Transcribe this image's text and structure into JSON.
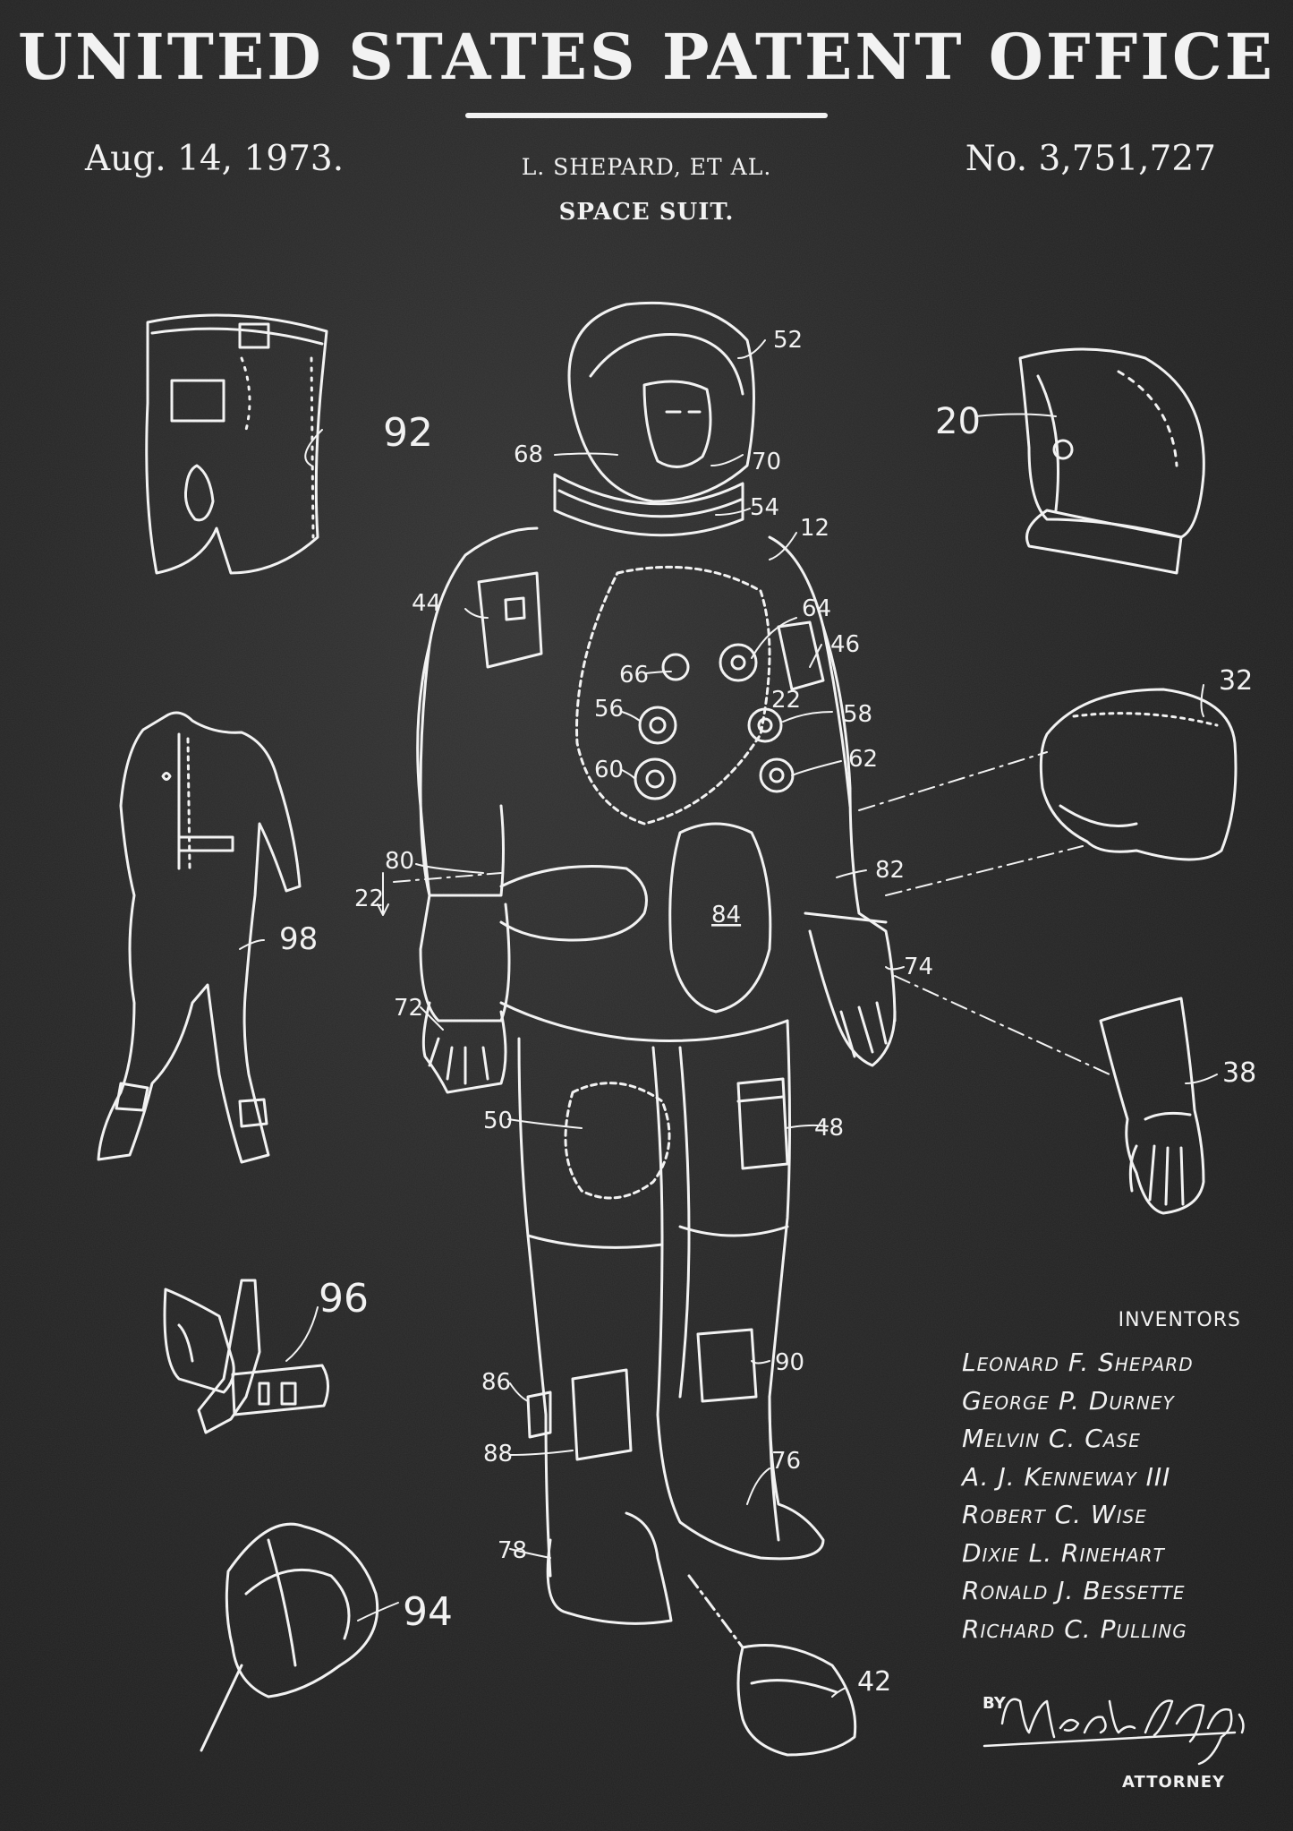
{
  "header": {
    "office": "UNITED STATES PATENT OFFICE",
    "date": "Aug. 14, 1973.",
    "inventor_short": "L. SHEPARD, ET AL.",
    "number": "No. 3,751,727",
    "title": "SPACE SUIT."
  },
  "figure": {
    "reference_numerals": {
      "pants": "92",
      "undersuit": "98",
      "belt": "96",
      "cap": "94",
      "helmet_body": "52",
      "visor_left": "68",
      "visor_right": "70",
      "neck_ring": "54",
      "suit": "12",
      "helmet": "20",
      "shoulder_pocket": "44",
      "chest_port_top": "64",
      "chest_fitting": "46",
      "chest_port_left": "66",
      "section_mark_a": "22",
      "port_56": "56",
      "port_58": "58",
      "port_60": "60",
      "port_62": "62",
      "hood": "32",
      "wrist_connector": "80",
      "wrist_connector_right": "82",
      "section_mark_b": "22",
      "torso_cover": "84",
      "glove_left": "72",
      "glove_link": "74",
      "glove": "38",
      "knee_patch": "50",
      "thigh_pocket": "48",
      "calf_pocket_right": "90",
      "calf_strap": "86",
      "calf_pocket_left": "88",
      "boot_right": "76",
      "boot_left": "78",
      "overshoe": "42"
    }
  },
  "inventors": {
    "heading": "INVENTORS",
    "names": [
      "Leonard F. Shepard",
      "George P. Durney",
      "Melvin C. Case",
      "A. J. Kenneway III",
      "Robert C. Wise",
      "Dixie L. Rinehart",
      "Ronald J. Bessette",
      "Richard C. Pulling"
    ]
  },
  "attorney": {
    "by_label": "BY",
    "signature": "Michael A. Giles",
    "role": "ATTORNEY"
  },
  "colors": {
    "board": "#262626",
    "chalk": "#f2f2f2"
  }
}
